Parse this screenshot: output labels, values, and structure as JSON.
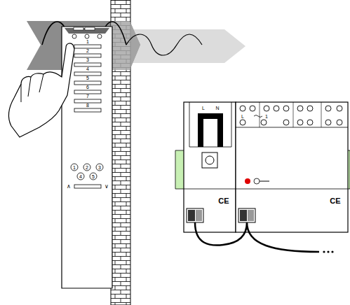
{
  "diagram": {
    "labels": [
      "1",
      "2",
      "3",
      "4",
      "5",
      "6",
      "7",
      "8",
      "1",
      "2",
      "3",
      "4",
      "5",
      "∧",
      "∨",
      "L",
      "N",
      "CE",
      "L",
      "1",
      "CE"
    ]
  }
}
